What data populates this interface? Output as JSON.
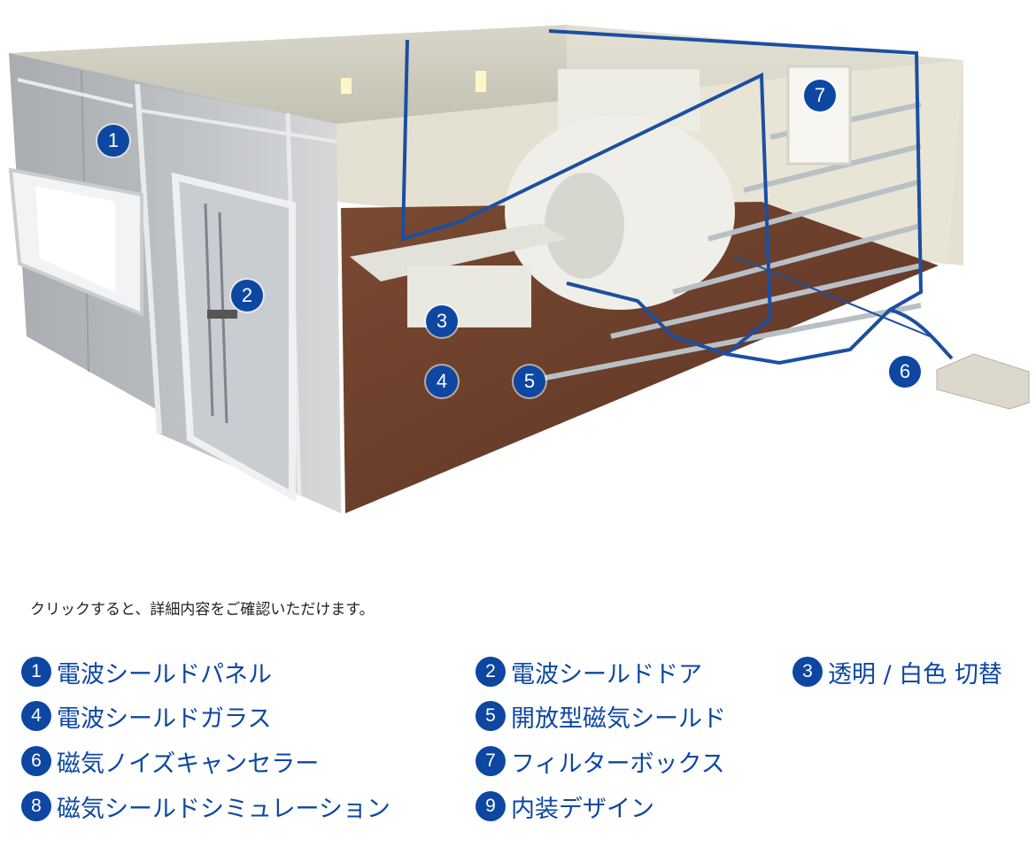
{
  "colors": {
    "accent": "#0d47a1"
  },
  "hotspots": [
    {
      "num": "1",
      "label": "電波シールドパネル"
    },
    {
      "num": "2",
      "label": "電波シールドドア"
    },
    {
      "num": "3",
      "label": "透明 / 白色 切替"
    },
    {
      "num": "4",
      "label": "電波シールドガラス"
    },
    {
      "num": "5",
      "label": "開放型磁気シールド"
    },
    {
      "num": "6",
      "label": "磁気ノイズキャンセラー"
    },
    {
      "num": "7",
      "label": "フィルターボックス"
    }
  ],
  "instruction": "クリックすると、詳細内容をご確認いただけます。",
  "legend": [
    {
      "num": "1",
      "label": "電波シールドパネル"
    },
    {
      "num": "2",
      "label": "電波シールドドア"
    },
    {
      "num": "3",
      "label": "透明 / 白色 切替"
    },
    {
      "num": "4",
      "label": "電波シールドガラス"
    },
    {
      "num": "5",
      "label": "開放型磁気シールド"
    },
    {
      "num": "6",
      "label": "磁気ノイズキャンセラー"
    },
    {
      "num": "7",
      "label": "フィルターボックス"
    },
    {
      "num": "8",
      "label": "磁気シールドシミュレーション"
    },
    {
      "num": "9",
      "label": "内装デザイン"
    }
  ]
}
